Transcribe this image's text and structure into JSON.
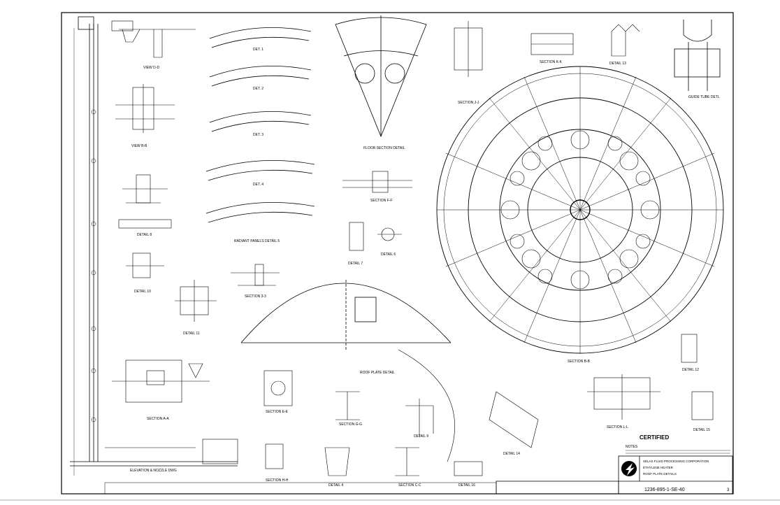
{
  "labels": {
    "view_d": "VIEW D-D",
    "view_b": "VIEW B-B",
    "detail_8": "DETAIL 8",
    "detail_10": "DETAIL 10",
    "detail_11": "DETAIL 11",
    "section_a": "SECTION A-A",
    "elevation_nozzle": "ELEVATION & NOZZLE DWG",
    "det_1": "DET. 1",
    "det_2": "DET. 2",
    "det_3": "DET. 3",
    "det_4": "DET. 4",
    "radiant_panels": "RADIANT PANELS DETAIL 5",
    "section_3": "SECTION 3-3",
    "floor_section": "FLOOR SECTION DETAIL",
    "section_f": "SECTION F-F",
    "detail_7": "DETAIL 7",
    "detail_6": "DETAIL 6",
    "roof_plate": "ROOF PLATE DETAIL",
    "section_e": "SECTION E-E",
    "section_g": "SECTION G-G",
    "section_c": "SECTION C-C",
    "section_h": "SECTION H-H",
    "section_j": "SECTION J-J",
    "section_k": "SECTION K-K",
    "detail_4": "DETAIL 4",
    "detail_13": "DETAIL 13",
    "detail_12": "DETAIL 12",
    "detail_14": "DETAIL 14",
    "detail_15": "DETAIL 15",
    "detail_16": "DETAIL 16",
    "detail_9": "DETAIL 9",
    "section_l": "SECTION L-L",
    "guide_tube": "GUIDE TUBE DETL",
    "section_b": "SECTION B-B",
    "certified": "CERTIFIED",
    "notes": "NOTES"
  },
  "title_block": {
    "company": "SELAS FLUID PROCESSING CORPORATION",
    "project": "ETHYLENE HEATER",
    "title": "ROOF PLATE DETAILS",
    "drawing_number": "1236-895-1-SE-40",
    "sheet": "3"
  },
  "colors": {
    "ink": "#000000",
    "paper": "#ffffff"
  }
}
